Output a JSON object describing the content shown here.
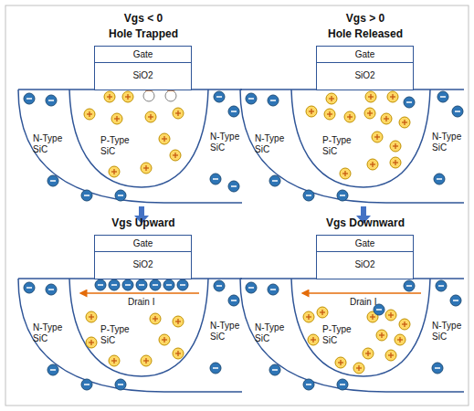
{
  "diagram": {
    "nodes": [
      {
        "text": [
          "Gate"
        ]
      },
      {
        "text": [
          "SiO2"
        ]
      },
      {
        "text": [
          "Gate"
        ]
      },
      {
        "text": [
          "SiO2"
        ]
      },
      {
        "text": [
          "Gate"
        ]
      },
      {
        "text": [
          "SiO2"
        ]
      },
      {
        "text": [
          "Gate"
        ]
      },
      {
        "text": [
          "SiO2"
        ]
      }
    ],
    "labels": [
      "Vgs < 0",
      "Hole Trapped",
      "N-Type SiC",
      "P-Type SiC",
      "N-Type SiC",
      "Vgs > 0",
      "Hole Released",
      "N-Type SiC",
      "P-Type SiC",
      "N-Type SiC",
      "Vgs Upward",
      "Drain I",
      "N-Type SiC",
      "P-Type SiC",
      "N-Type SiC",
      "Vgs Downward",
      "Drain I",
      "N-Type SiC",
      "P-Type SiC",
      "N-Type SiC"
    ]
  }
}
